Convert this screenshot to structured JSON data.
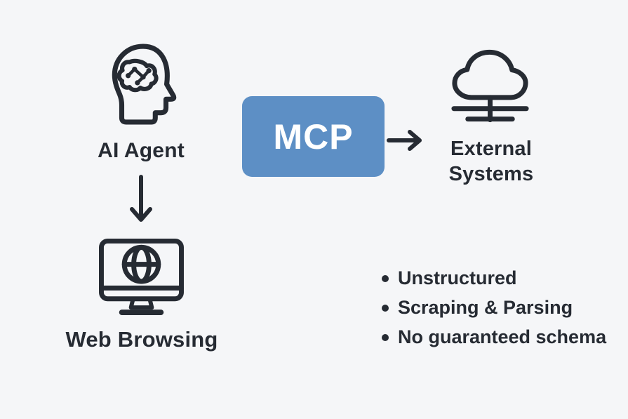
{
  "canvas": {
    "background": "#f5f6f8",
    "ink_color": "#262b33",
    "accent_color": "#5d8fc5"
  },
  "nodes": {
    "ai_agent": {
      "label": "AI Agent",
      "icon": "brain-head-icon"
    },
    "web_browsing": {
      "label": "Web Browsing",
      "icon": "monitor-globe-icon"
    },
    "mcp": {
      "label": "MCP",
      "shape": "rounded-rectangle",
      "fill": "#5d8fc5",
      "text_color": "#ffffff"
    },
    "external_systems": {
      "label": "External Systems",
      "icon": "cloud-network-icon"
    }
  },
  "connections": [
    {
      "from": "MCP",
      "to": "External Systems",
      "type": "arrow",
      "direction": "right"
    },
    {
      "from": "AI Agent",
      "to": "Web Browsing",
      "type": "arrow",
      "direction": "down"
    }
  ],
  "web_browsing_notes": {
    "items": [
      "Unstructured",
      "Scraping & Parsing",
      "No guaranteed schema"
    ]
  }
}
